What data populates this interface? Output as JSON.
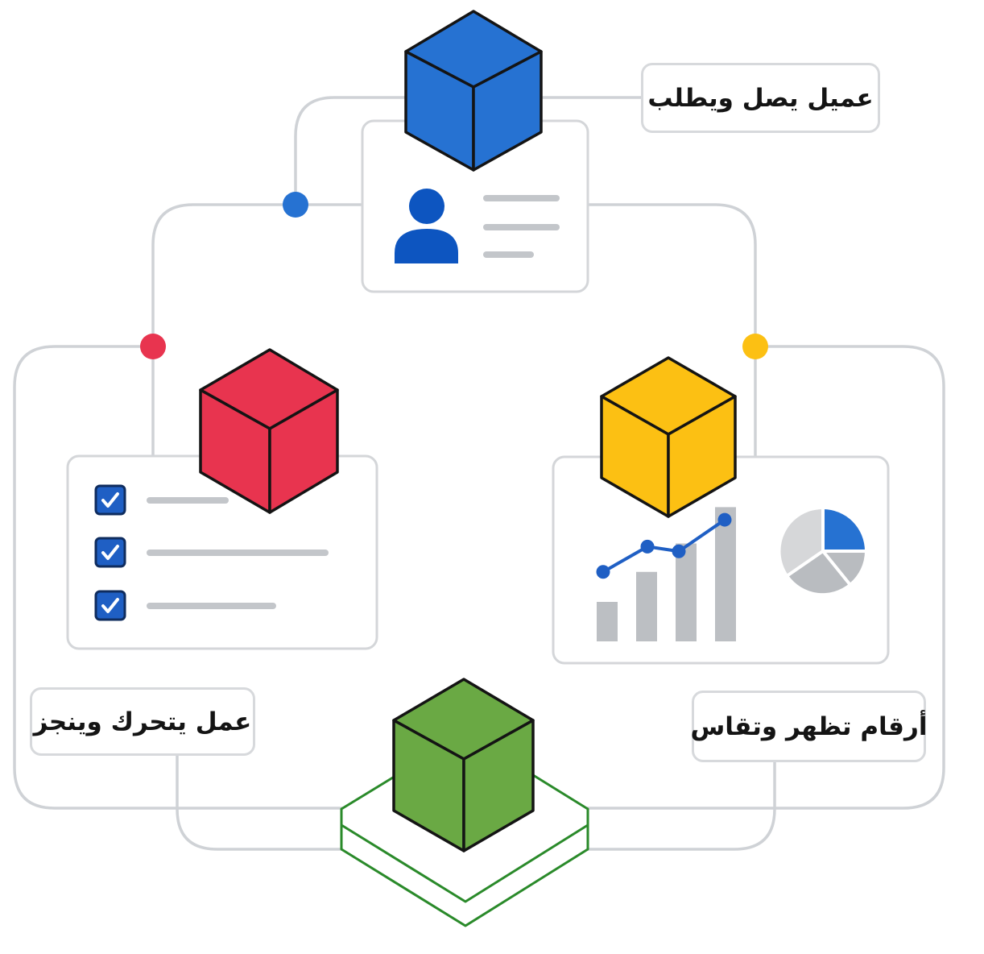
{
  "labels": {
    "customer": "عميل يصل ويطلب",
    "work": "عمل يتحرك وينجز",
    "numbers": "أرقام تظهر وتقاس"
  },
  "colors": {
    "blue": "#2672d2",
    "red": "#e8344f",
    "yellow": "#fcc013",
    "green": "#6aa944",
    "green_outline": "#2a8a2a",
    "checkbox": "#1f5fc4",
    "card_border": "#d4d6d9",
    "connector": "#cfd2d6",
    "placeholder_line": "#c3c6ca",
    "bar": "#bcbfc3",
    "pie_light": "#d6d7d9",
    "pie_mid": "#b9bcc0"
  },
  "icons": {
    "customer_card": "user-profile-icon",
    "work_card": "checklist-icon",
    "numbers_card": "analytics-chart-icon"
  },
  "checklist": {
    "items": 3,
    "checked": 3
  },
  "chart_widget": {
    "bars": [
      0.25,
      0.44,
      0.62,
      0.85
    ],
    "line": [
      0.44,
      0.6,
      0.57,
      0.77
    ],
    "pie_highlight": 0.28
  }
}
